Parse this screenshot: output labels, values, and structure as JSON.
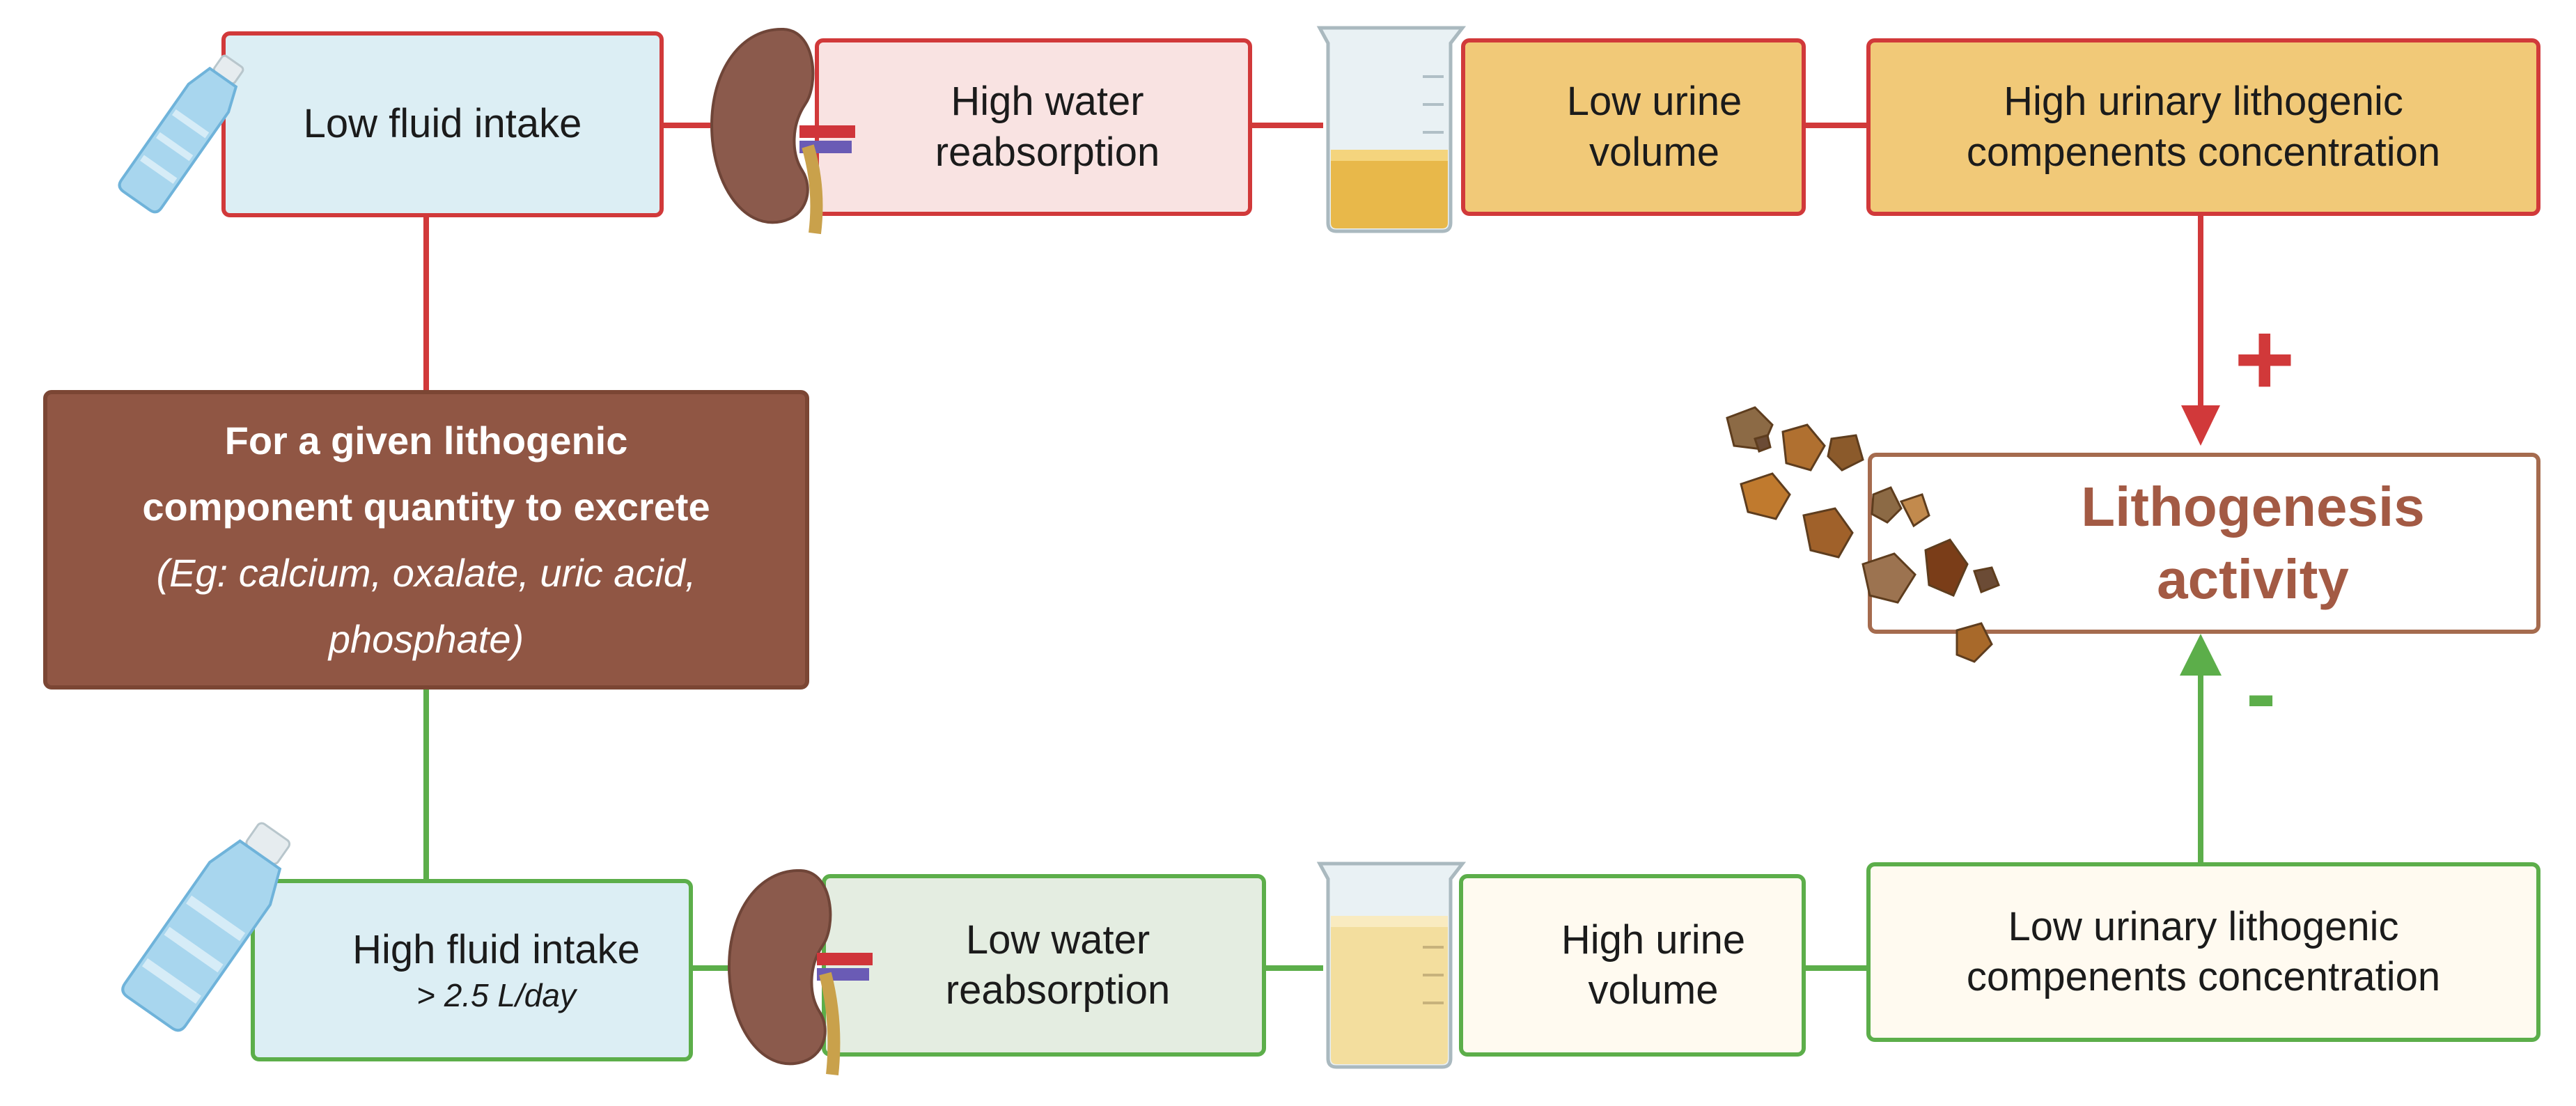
{
  "top_path": {
    "low_fluid_intake": "Low fluid intake",
    "high_water_reabsorption": [
      "High water",
      "reabsorption"
    ],
    "low_urine_volume": [
      "Low urine",
      "volume"
    ],
    "high_urinary_concentration": [
      "High urinary lithogenic",
      "compenents concentration"
    ],
    "effect_sign": "+"
  },
  "central_box": {
    "line1": "For a given lithogenic",
    "line2": "component quantity to excrete",
    "line3": "(Eg: calcium, oxalate, uric acid,",
    "line4": "phosphate)"
  },
  "outcome": {
    "line1": "Lithogenesis",
    "line2": "activity"
  },
  "bottom_path": {
    "high_fluid_intake": "High fluid intake",
    "high_fluid_intake_sub": "> 2.5 L/day",
    "low_water_reabsorption": [
      "Low water",
      "reabsorption"
    ],
    "high_urine_volume": [
      "High urine",
      "volume"
    ],
    "low_urinary_concentration": [
      "Low urinary lithogenic",
      "compenents concentration"
    ],
    "effect_sign": "-"
  },
  "colors": {
    "negative_path": "#d1393a",
    "positive_path": "#5cae4a",
    "central_fill": "#905644",
    "outcome_text": "#a35a44"
  },
  "icons": [
    "water-bottle-icon",
    "kidney-icon",
    "urine-beaker-icon",
    "kidney-stones-icon"
  ]
}
